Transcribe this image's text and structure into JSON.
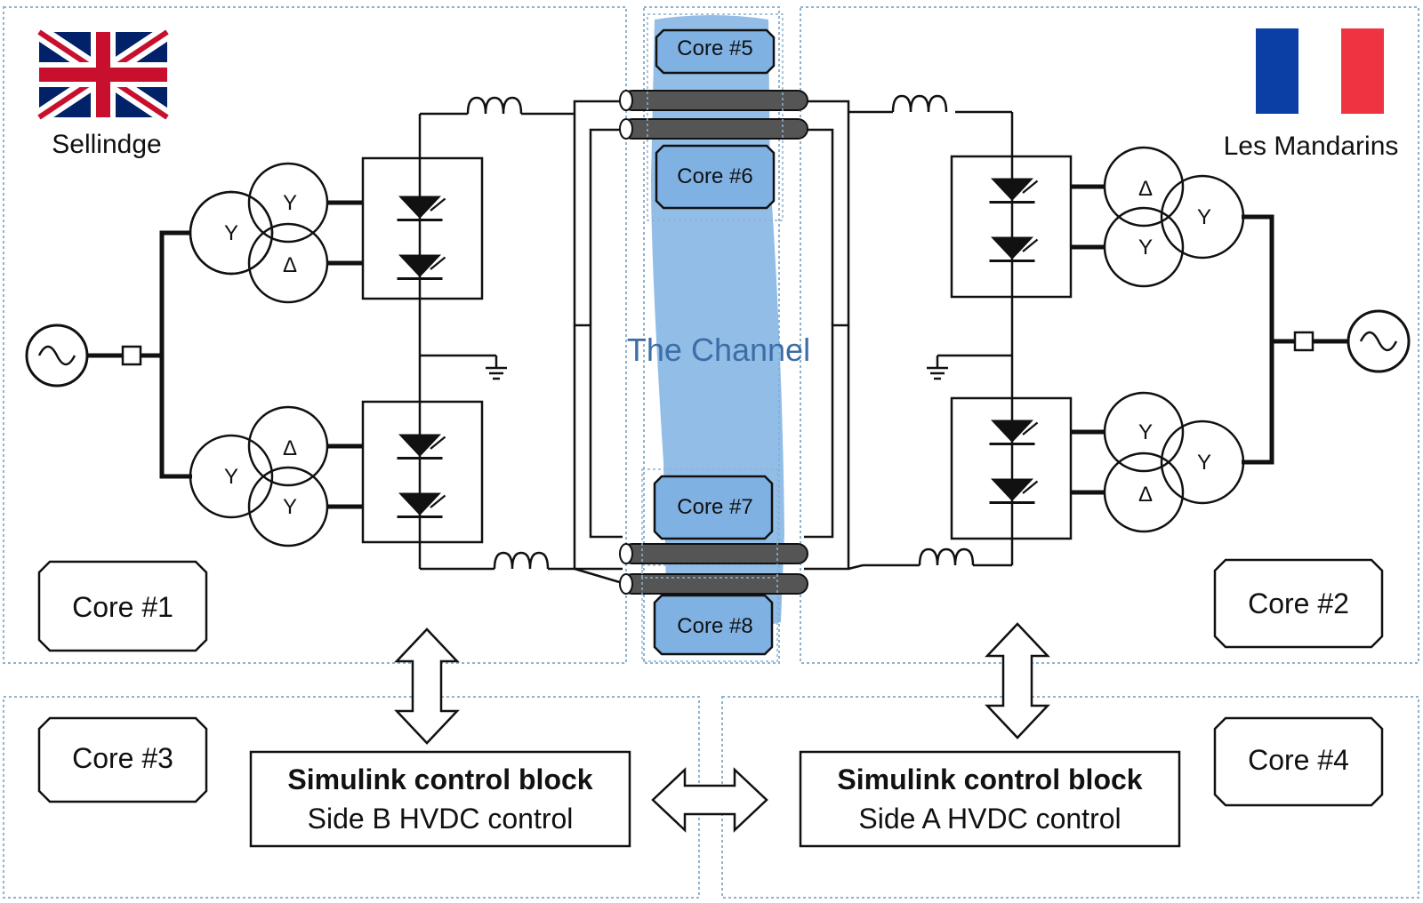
{
  "sites": {
    "left": {
      "name": "Sellindge",
      "flag": "uk-flag"
    },
    "right": {
      "name": "Les Mandarins",
      "flag": "france-flag"
    }
  },
  "channel": {
    "label": "The Channel",
    "color": "#7fb1e3"
  },
  "cores": {
    "core1": "Core #1",
    "core2": "Core #2",
    "core3": "Core #3",
    "core4": "Core #4",
    "core5": "Core #5",
    "core6": "Core #6",
    "core7": "Core #7",
    "core8": "Core #8"
  },
  "control_blocks": {
    "side_b": {
      "title": "Simulink control block",
      "subtitle": "Side B HVDC control"
    },
    "side_a": {
      "title": "Simulink control block",
      "subtitle": "Side A HVDC control"
    }
  },
  "transformer_symbols": {
    "wye": "Y",
    "delta": "Δ"
  },
  "colors": {
    "region_border": "#8fb3cf",
    "line": "#111111",
    "cable": "#555555",
    "uk_blue": "#012169",
    "uk_red": "#c8102e",
    "fr_blue": "#0b3fa6",
    "fr_red": "#ef3340"
  }
}
